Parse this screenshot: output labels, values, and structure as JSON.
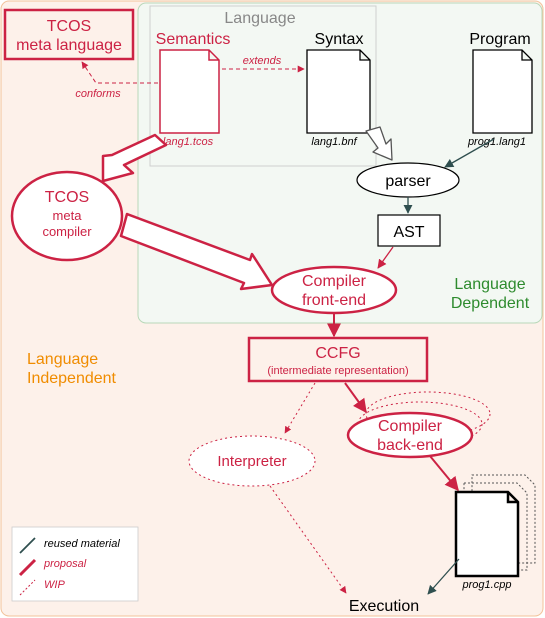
{
  "regions": {
    "language_dependent": "Language\nDependent",
    "language_independent": "Language\nIndependent",
    "language_box_title": "Language"
  },
  "nodes": {
    "tcos_meta_language": "TCOS\nmeta language",
    "semantics_heading": "Semantics",
    "syntax_heading": "Syntax",
    "program_heading": "Program",
    "lang1_tcos": "lang1.tcos",
    "lang1_bnf": "lang1.bnf",
    "prog1_lang1": "prog1.lang1",
    "tcos_meta_compiler_title": "TCOS",
    "tcos_meta_compiler_sub": "meta\ncompiler",
    "parser": "parser",
    "ast": "AST",
    "compiler_front_end": "Compiler\nfront-end",
    "ccfg": "CCFG",
    "ccfg_sub": "(intermediate representation)",
    "compiler_back_end": "Compiler\nback-end",
    "interpreter": "Interpreter",
    "prog1_cpp": "prog1.cpp",
    "execution": "Execution"
  },
  "edges": {
    "extends": "extends",
    "conforms": "conforms"
  },
  "legend": {
    "reused": "reused material",
    "proposal": "proposal",
    "wip": "WIP"
  },
  "colors": {
    "red": "#cc2244",
    "green": "#2e8b2e",
    "orange": "#f08c00",
    "teal": "#2f4f4f",
    "gray": "#888888",
    "orange_bg": "#fdf1ea",
    "green_bg": "#f3f8f3"
  }
}
